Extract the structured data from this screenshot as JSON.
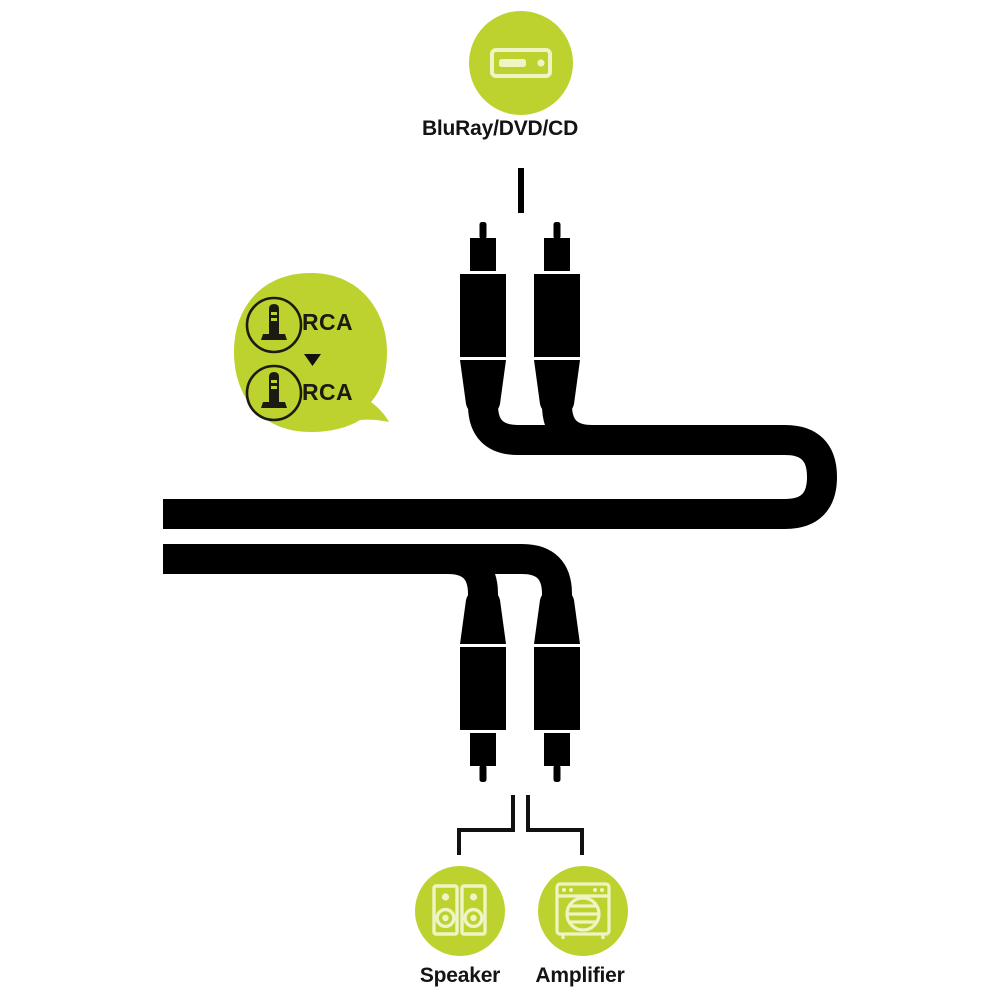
{
  "page": {
    "title": "RCA to RCA cable connection diagram",
    "background_color": "#ffffff"
  },
  "colors": {
    "accent_green": "#bdd22e",
    "cable_black": "#000000",
    "label_text": "#141414",
    "icon_outline_light": "#eef4c4",
    "callout_icon_stroke": "#1b1b11"
  },
  "nodes": {
    "source": {
      "label": "BluRay/DVD/CD",
      "icon": "bluray-player-icon"
    },
    "speaker": {
      "label": "Speaker",
      "icon": "speaker-pair-icon"
    },
    "amplifier": {
      "label": "Amplifier",
      "icon": "amplifier-icon"
    }
  },
  "callout": {
    "from_connector": {
      "label": "RCA",
      "icon": "rca-plug-icon"
    },
    "direction_glyph": "▼",
    "to_connector": {
      "label": "RCA",
      "icon": "rca-plug-icon"
    }
  },
  "cable": {
    "type": "rca-stereo-cable",
    "plug_count_top": 2,
    "plug_count_bottom": 2
  }
}
